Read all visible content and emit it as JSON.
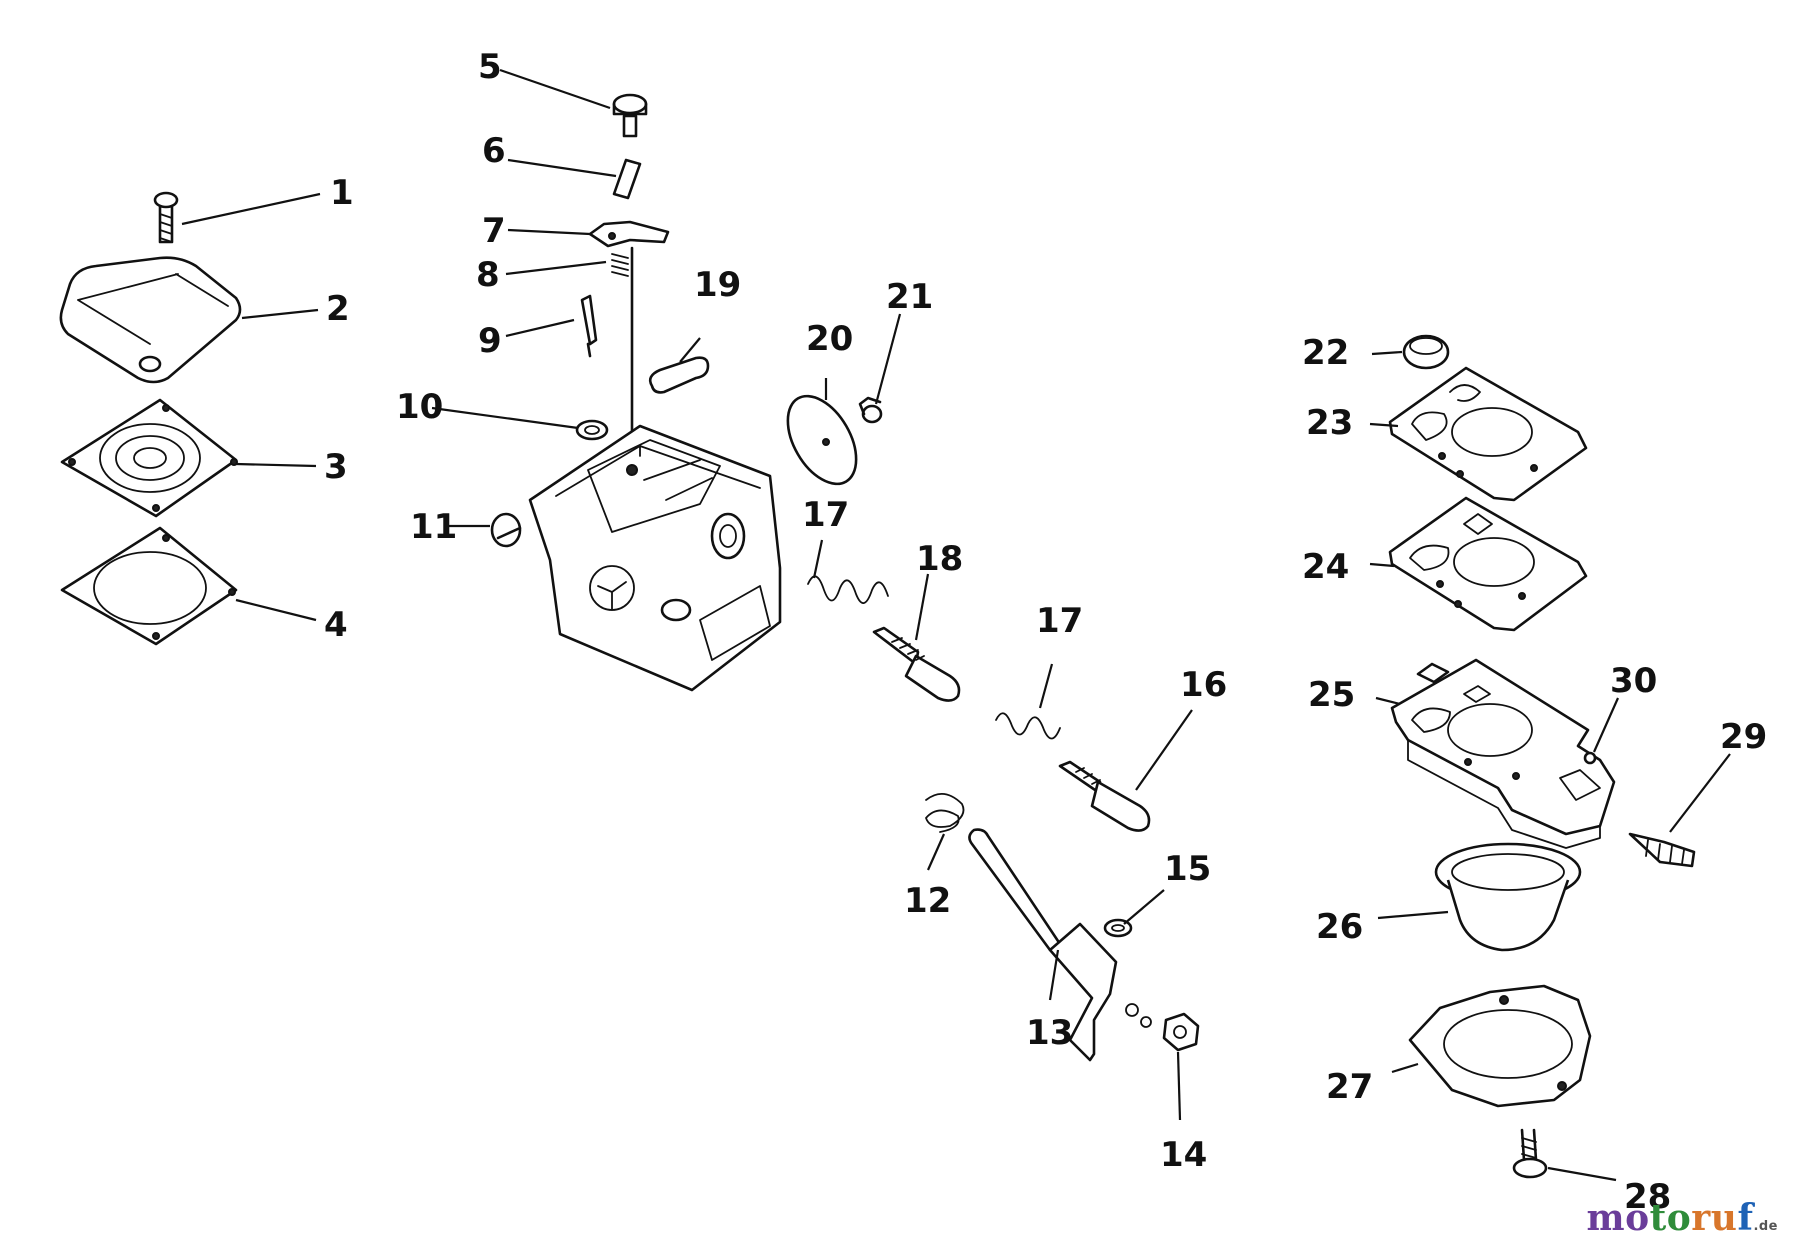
{
  "callouts": [
    "1",
    "2",
    "3",
    "4",
    "5",
    "6",
    "7",
    "8",
    "9",
    "10",
    "11",
    "12",
    "13",
    "14",
    "15",
    "16",
    "17",
    "17",
    "18",
    "19",
    "20",
    "21",
    "22",
    "23",
    "24",
    "25",
    "26",
    "27",
    "28",
    "29",
    "30"
  ],
  "watermark": {
    "parts": [
      "mo",
      "to",
      "ru",
      "f"
    ],
    "tld": ".de"
  }
}
